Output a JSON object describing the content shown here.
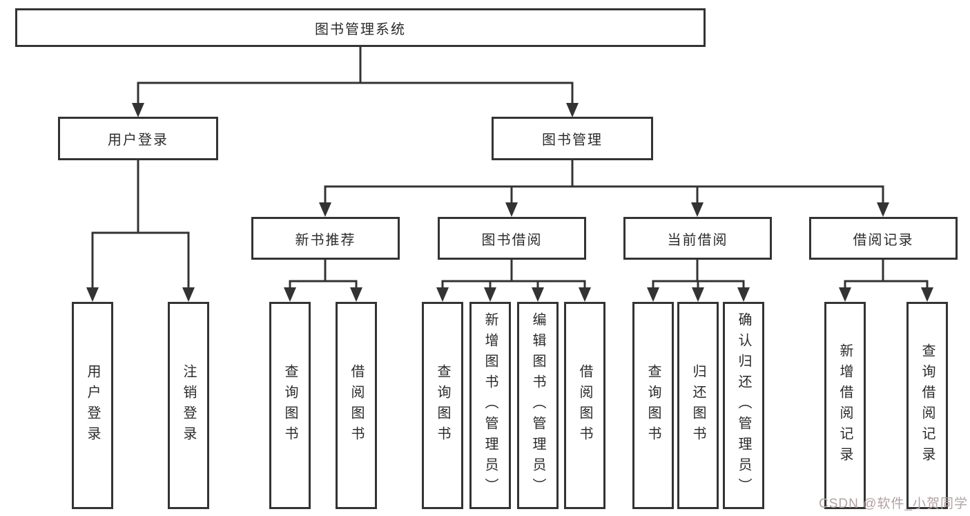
{
  "nodes": {
    "root": "图书管理系统",
    "l2": [
      "用户登录",
      "图书管理"
    ],
    "l3": [
      "新书推荐",
      "图书借阅",
      "当前借阅",
      "借阅记录"
    ],
    "leaves": {
      "login": [
        "用户登录",
        "注销登录"
      ],
      "newbook": [
        "查询图书",
        "借阅图书"
      ],
      "borrow": [
        "查询图书",
        "新增图书（管理员）",
        "编辑图书（管理员）",
        "借阅图书"
      ],
      "current": [
        "查询图书",
        "归还图书",
        "确认归还（管理员）"
      ],
      "records": [
        "新增借阅记录",
        "查询借阅记录"
      ]
    }
  },
  "watermark": {
    "text": "CSDN @软件_小贺同学",
    "color": "#b3a2a2"
  },
  "colors": {
    "line": "#333333",
    "border": "#333333",
    "text": "#2b2b2b",
    "background": "#ffffff"
  }
}
